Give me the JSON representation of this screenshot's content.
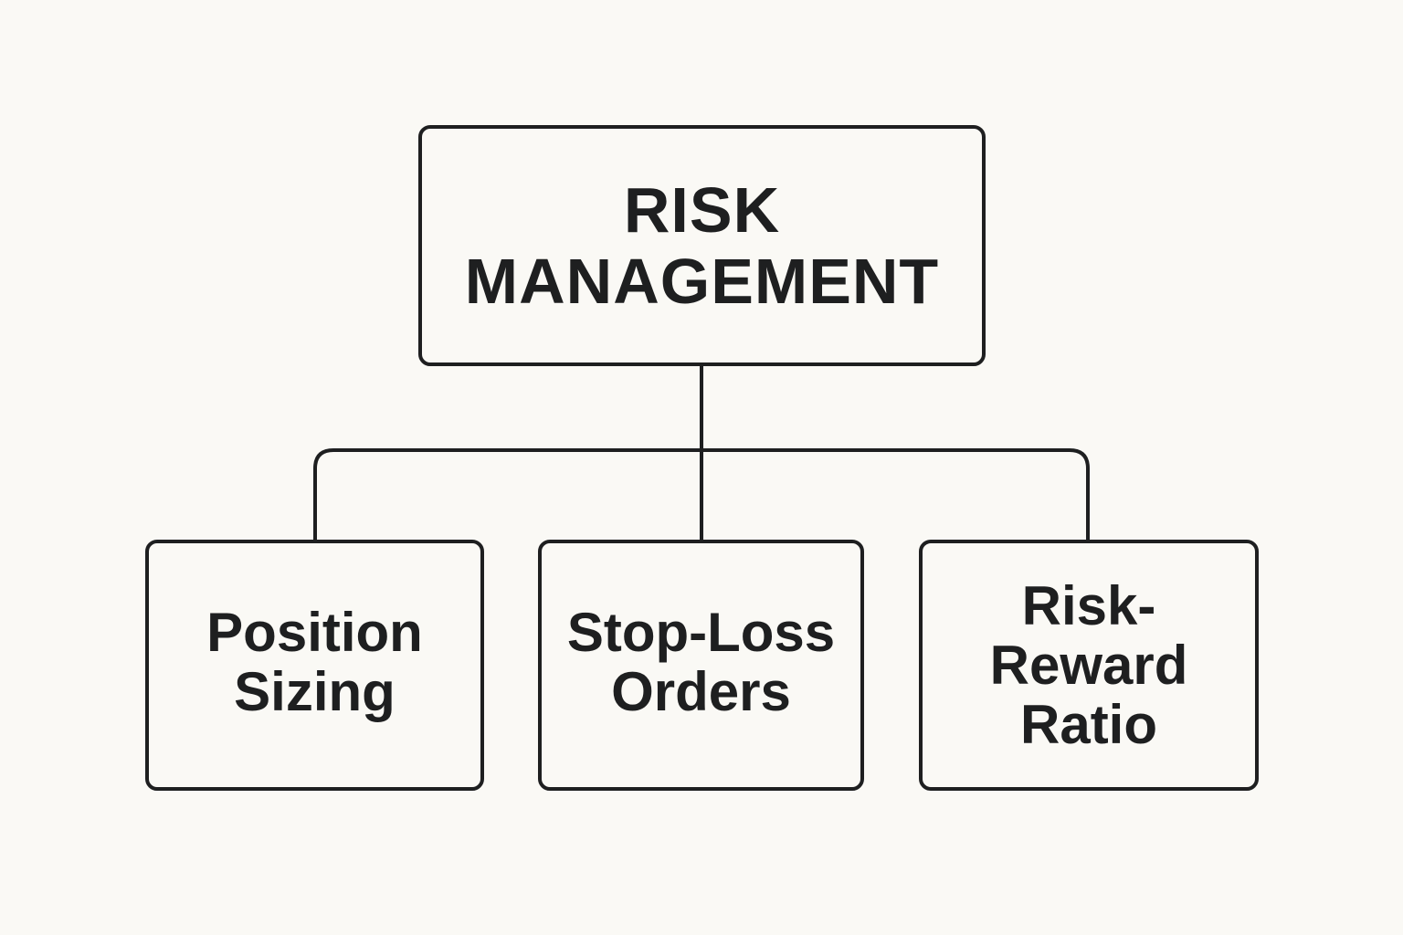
{
  "diagram": {
    "root": {
      "lines": [
        "RISK",
        "MANAGEMENT"
      ]
    },
    "children": [
      {
        "lines": [
          "Position",
          "Sizing"
        ]
      },
      {
        "lines": [
          "Stop-Loss",
          "Orders"
        ]
      },
      {
        "lines": [
          "Risk-",
          "Reward",
          "Ratio"
        ]
      }
    ]
  },
  "colors": {
    "background": "#faf9f5",
    "stroke": "#1e1f20",
    "text": "#1e1f20"
  }
}
